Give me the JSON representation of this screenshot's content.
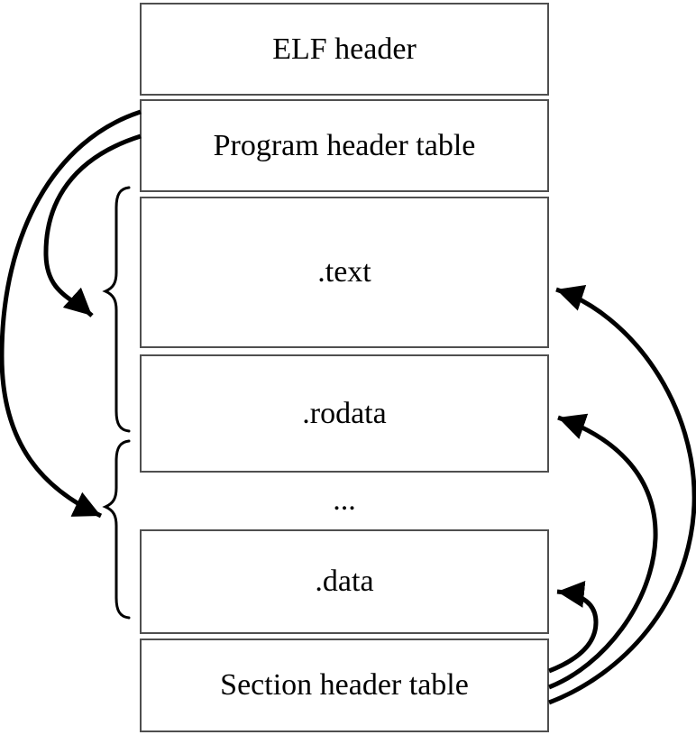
{
  "diagram": {
    "boxes": {
      "elf_header": "ELF header",
      "program_header_table": "Program header table",
      "text_section": ".text",
      "rodata_section": ".rodata",
      "ellipsis": "...",
      "data_section": ".data",
      "section_header_table": "Section header table"
    },
    "colors": {
      "line": "#000000",
      "box_border": "#4f4f4f",
      "text": "#000000",
      "background": "#ffffff"
    },
    "connections": {
      "program_header_arrows": [
        {
          "from": "program_header_table",
          "to": "brace_text_rodata_segment"
        },
        {
          "from": "program_header_table",
          "to": "brace_data_segment"
        }
      ],
      "section_header_arrows": [
        {
          "from": "section_header_table",
          "to": "text_section"
        },
        {
          "from": "section_header_table",
          "to": "rodata_section"
        },
        {
          "from": "section_header_table",
          "to": "data_section"
        }
      ],
      "braces": [
        {
          "name": "brace_text_rodata_segment",
          "spans": [
            "text_section",
            "rodata_section"
          ]
        },
        {
          "name": "brace_data_segment",
          "spans": [
            "ellipsis",
            "data_section"
          ]
        }
      ]
    }
  }
}
